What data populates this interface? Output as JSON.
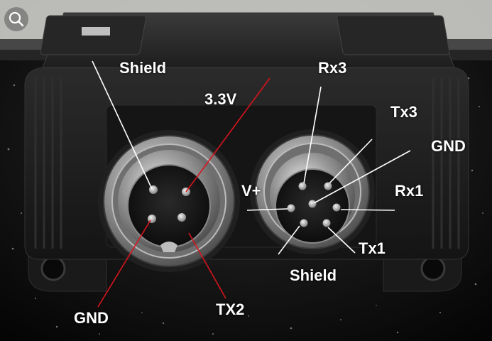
{
  "labels": {
    "shield_left": "Shield",
    "v33": "3.3V",
    "gnd_left": "GND",
    "tx2": "TX2",
    "rx3": "Rx3",
    "tx3": "Tx3",
    "gnd_right": "GND",
    "vplus": "V+",
    "rx1": "Rx1",
    "tx1": "Tx1",
    "shield_right": "Shield"
  },
  "colors": {
    "leader_white": "#ffffff",
    "leader_red": "#d8141c",
    "housing": "#1c1c1c",
    "metal": "#9a9a9a"
  },
  "icons": {
    "search": "search-icon"
  }
}
